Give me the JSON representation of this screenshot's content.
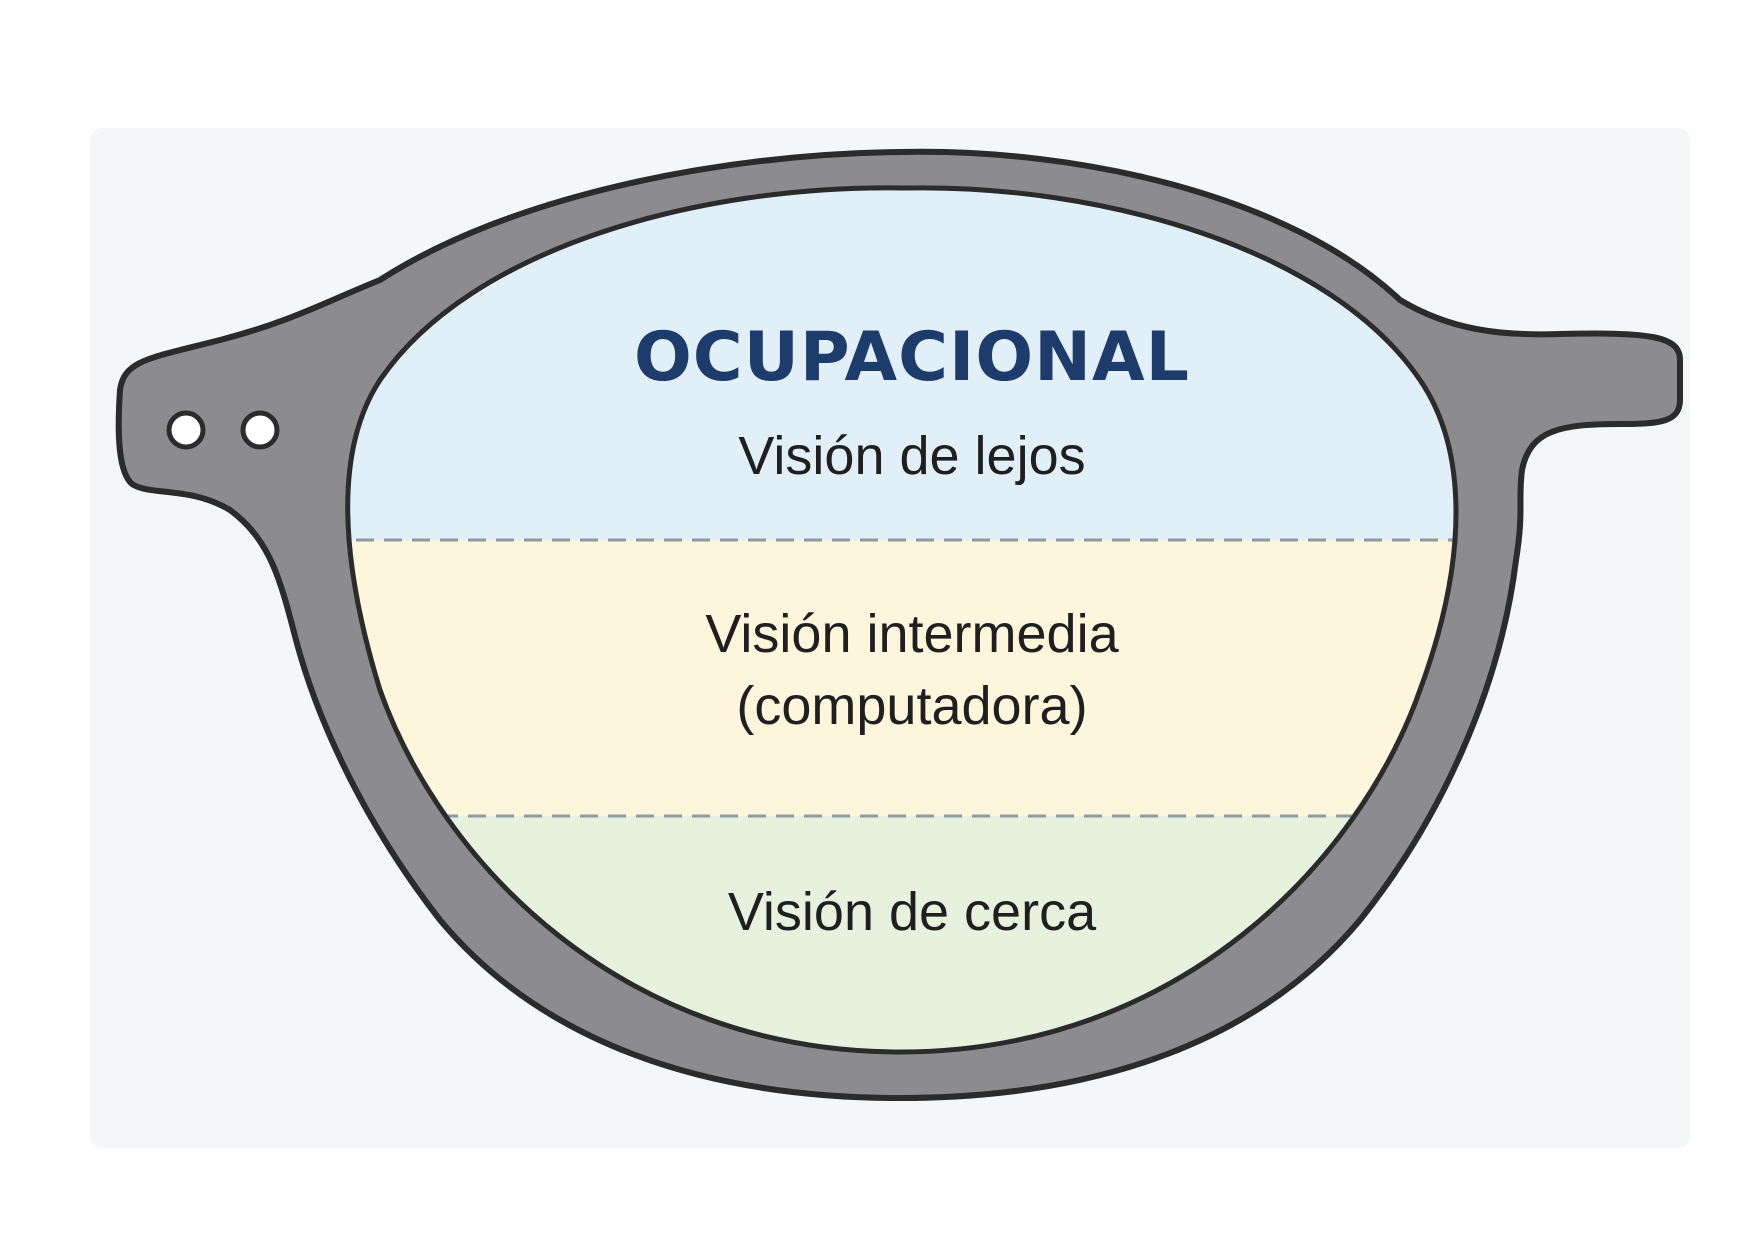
{
  "title": "OCUPACIONAL",
  "zones": [
    {
      "lines": [
        "Visión de lejos"
      ]
    },
    {
      "lines": [
        "Visión intermedia",
        "(computadora)"
      ]
    },
    {
      "lines": [
        "Visión de cerca"
      ]
    }
  ],
  "colors": {
    "title": "#1d3b6b",
    "label": "#1f1f1f",
    "zone_far": "#e1eff9",
    "zone_intermediate": "#fdf5dc",
    "zone_near": "#e6f2de",
    "frame": "#8c8c8e",
    "frame_outline": "#2b2b2b",
    "divider": "#8e9aa0",
    "shadow": "#f4f6f8"
  }
}
